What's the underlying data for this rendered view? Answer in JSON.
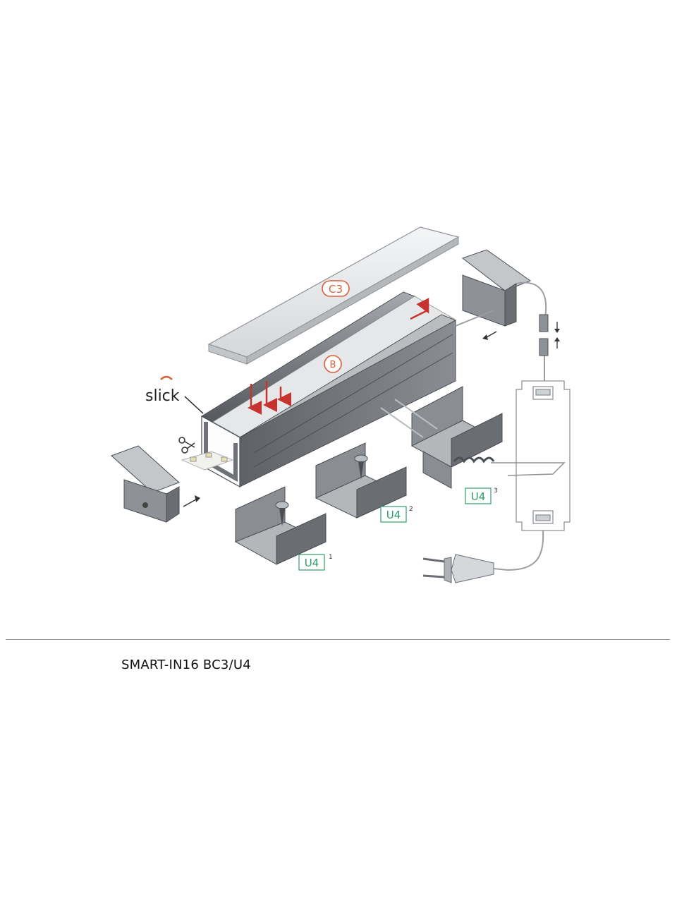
{
  "labels": {
    "cover": "C3",
    "profile": "B",
    "brand_slick": "slick",
    "mount_1": "U4",
    "mount_1_sup": "1",
    "mount_2": "U4",
    "mount_2_sup": "2",
    "mount_3": "U4",
    "mount_3_sup": "3"
  },
  "caption": "SMART-IN16 BC3/U4",
  "colors": {
    "label_orange": "#d9603a",
    "label_green": "#2f9c6a",
    "arrow_red": "#c7332f",
    "profile_gray": "#6f7377",
    "profile_dark": "#4b4f53",
    "profile_light": "#9ea2a6"
  },
  "icons": [
    "scissors-icon",
    "arrow-icon",
    "screw-icon",
    "plug-icon"
  ]
}
